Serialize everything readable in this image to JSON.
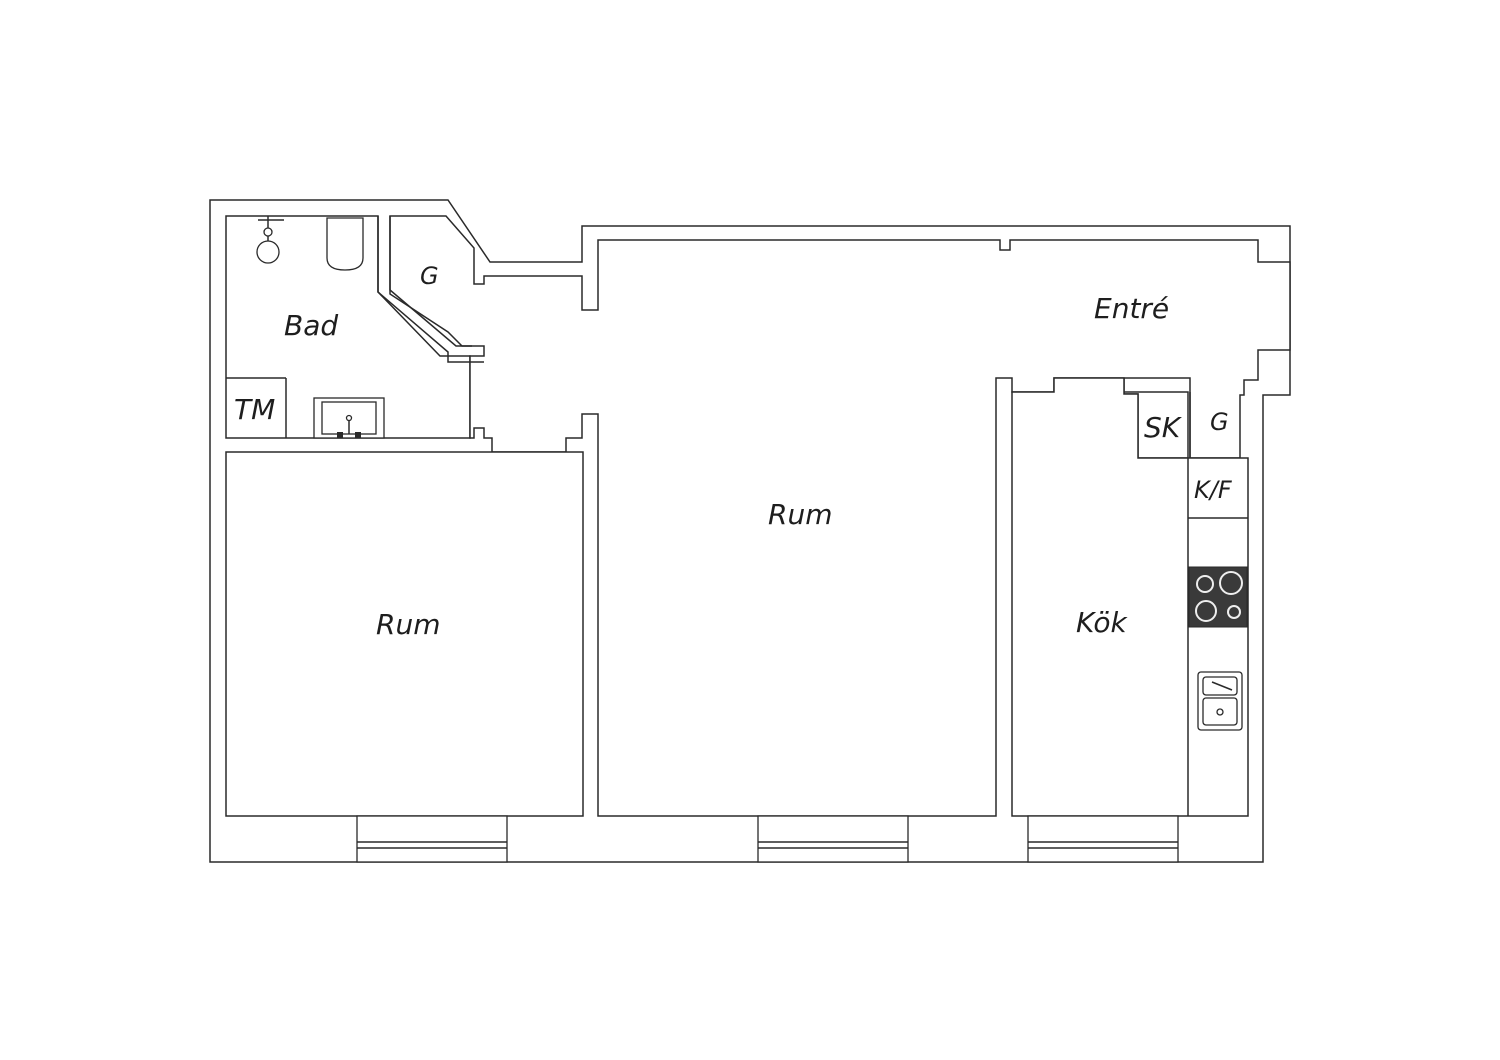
{
  "plan": {
    "rooms": {
      "bathroom": "Bad",
      "closet_bath": "G",
      "laundry": "TM",
      "bedroom_left": "Rum",
      "living_room": "Rum",
      "hallway": "Entré",
      "kitchen": "Kök",
      "cabinet_sk": "SK",
      "closet_entry": "G",
      "fridge_freezer": "K/F"
    },
    "fixtures": [
      "shower-icon",
      "toilet-icon",
      "washbasin-icon",
      "stove-icon",
      "kitchen-sink-icon"
    ],
    "colors": {
      "line": "#2a2a2a",
      "background": "#ffffff",
      "stove": "#3a3a3a"
    }
  }
}
